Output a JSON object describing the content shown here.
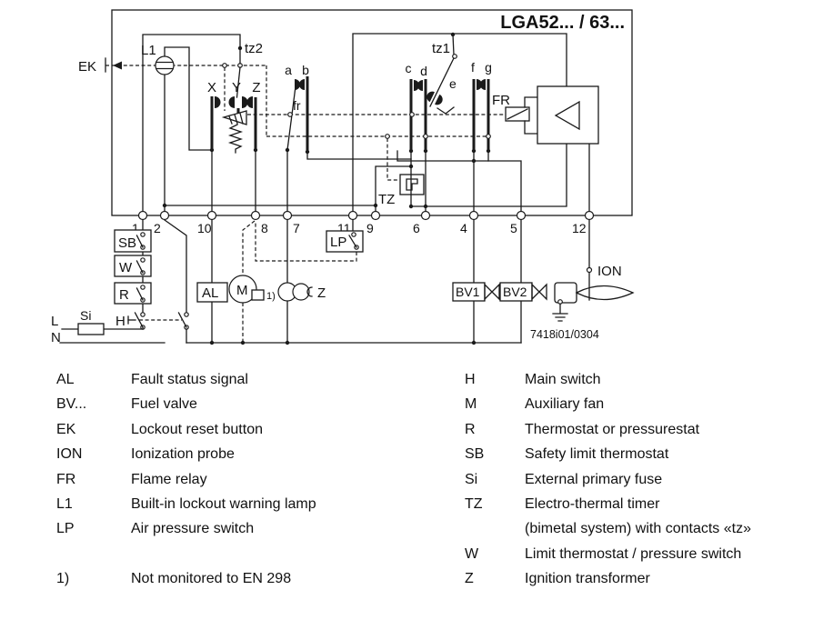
{
  "title": "LGA52... / 63...",
  "diagram": {
    "ref_number": "7418i01/0304",
    "terminals": [
      "1",
      "2",
      "10",
      "8",
      "7",
      "11",
      "9",
      "6",
      "4",
      "5",
      "12"
    ],
    "labels": {
      "ek": "EK",
      "l1": "L1",
      "tz2": "tz2",
      "x": "X",
      "y": "Y",
      "z": "Z",
      "a": "a",
      "b": "b",
      "fr_contact": "fr",
      "tz1": "tz1",
      "c": "c",
      "d": "d",
      "e": "e",
      "f": "f",
      "g": "g",
      "fr_relay": "FR",
      "tz": "TZ",
      "lp": "LP",
      "sb": "SB",
      "w": "W",
      "r": "R",
      "h": "H",
      "si": "Si",
      "l": "L",
      "n": "N",
      "al": "AL",
      "m": "M",
      "m_note": "1)",
      "z_trafo": "Z",
      "bv1": "BV1",
      "bv2": "BV2",
      "ion": "ION"
    }
  },
  "legend": {
    "left": [
      {
        "abbr": "AL",
        "desc": "Fault status signal"
      },
      {
        "abbr": "BV...",
        "desc": "Fuel valve"
      },
      {
        "abbr": "EK",
        "desc": "Lockout reset button"
      },
      {
        "abbr": "ION",
        "desc": "Ionization probe"
      },
      {
        "abbr": "FR",
        "desc": "Flame relay"
      },
      {
        "abbr": "L1",
        "desc": "Built-in lockout warning lamp"
      },
      {
        "abbr": "LP",
        "desc": "Air pressure switch"
      }
    ],
    "right": [
      {
        "abbr": "H",
        "desc": "Main switch"
      },
      {
        "abbr": "M",
        "desc": "Auxiliary fan"
      },
      {
        "abbr": "R",
        "desc": "Thermostat or pressurestat"
      },
      {
        "abbr": "SB",
        "desc": "Safety limit thermostat"
      },
      {
        "abbr": "Si",
        "desc": "External primary fuse"
      },
      {
        "abbr": "TZ",
        "desc": "Electro-thermal timer"
      },
      {
        "abbr": "",
        "desc": "(bimetal system) with contacts «tz»"
      },
      {
        "abbr": "W",
        "desc": "Limit thermostat / pressure switch"
      },
      {
        "abbr": "Z",
        "desc": "Ignition transformer"
      }
    ],
    "footnote": {
      "ref": "1)",
      "text": "Not monitored to EN 298"
    }
  }
}
